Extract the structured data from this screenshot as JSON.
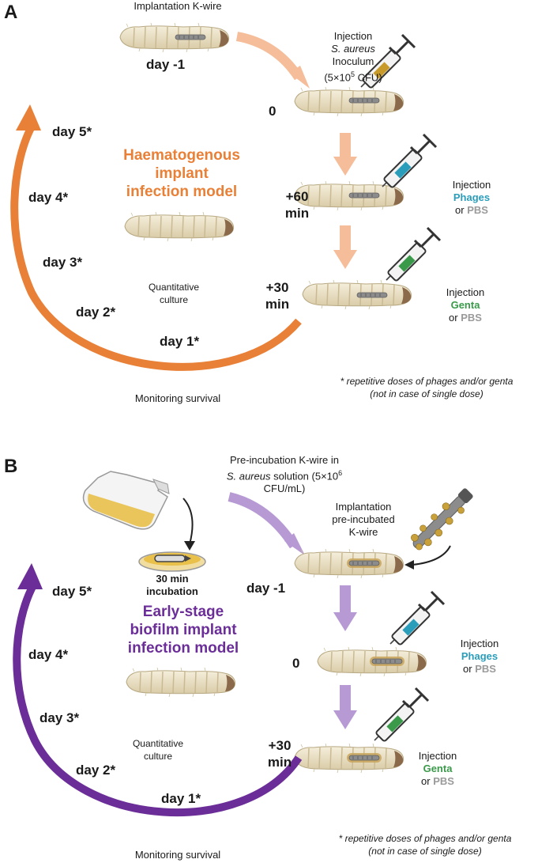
{
  "panelA": {
    "letter": "A",
    "implantation": "Implantation K-wire",
    "day_minus1": "day -1",
    "injection": "Injection",
    "saureus": "S. aureus",
    "inoculum": "Inoculum",
    "cfu_prefix": "(5×10",
    "cfu_exp": "5",
    "cfu_suffix": " CFU)",
    "t0": "0",
    "t60a": "+60",
    "t60b": "min",
    "t30a": "+30",
    "t30b": "min",
    "inj_phages": "Injection",
    "phages": "Phages",
    "or1": "or ",
    "pbs1": "PBS",
    "inj_genta": "Injection",
    "genta": "Genta",
    "or2": "or ",
    "pbs2": "PBS",
    "model_line1": "Haematogenous",
    "model_line2": "implant",
    "model_line3": "infection model",
    "days": [
      "day 5*",
      "day 4*",
      "day 3*",
      "day 2*",
      "day 1*"
    ],
    "culture1": "Quantitative",
    "culture2": "culture",
    "monitoring": "Monitoring survival",
    "note1": "* repetitive doses of phages and/or genta",
    "note2": "(not in case of single dose)"
  },
  "panelB": {
    "letter": "B",
    "preinc1": "Pre-incubation K-wire in",
    "preinc_italic": "S. aureus",
    "preinc2_rest": " solution (5×10",
    "preinc_exp": "6",
    "preinc3": "CFU/mL)",
    "incub1": "30 min",
    "incub2": "incubation",
    "impl1": "Implantation",
    "impl2": "pre-incubated",
    "impl3": "K-wire",
    "day_minus1": "day -1",
    "t0": "0",
    "t30a": "+30",
    "t30b": "min",
    "inj_phages": "Injection",
    "phages": "Phages",
    "or1": "or ",
    "pbs1": "PBS",
    "inj_genta": "Injection",
    "genta": "Genta",
    "or2": "or ",
    "pbs2": "PBS",
    "model_line1": "Early-stage",
    "model_line2": "biofilm implant",
    "model_line3": "infection model",
    "days": [
      "day 5*",
      "day 4*",
      "day 3*",
      "day 2*",
      "day 1*"
    ],
    "culture1": "Quantitative",
    "culture2": "culture",
    "monitoring": "Monitoring survival",
    "note1": "* repetitive doses of phages and/or genta",
    "note2": "(not in case of single dose)"
  },
  "colors": {
    "orange": "#E98037",
    "peach": "#F5BD99",
    "purple": "#6B2E98",
    "lavender": "#B79AD4",
    "phages": "#2A9DBA",
    "genta": "#3A9A4A",
    "pbs": "#9A9A9A",
    "larva": "#EDE3C8"
  }
}
